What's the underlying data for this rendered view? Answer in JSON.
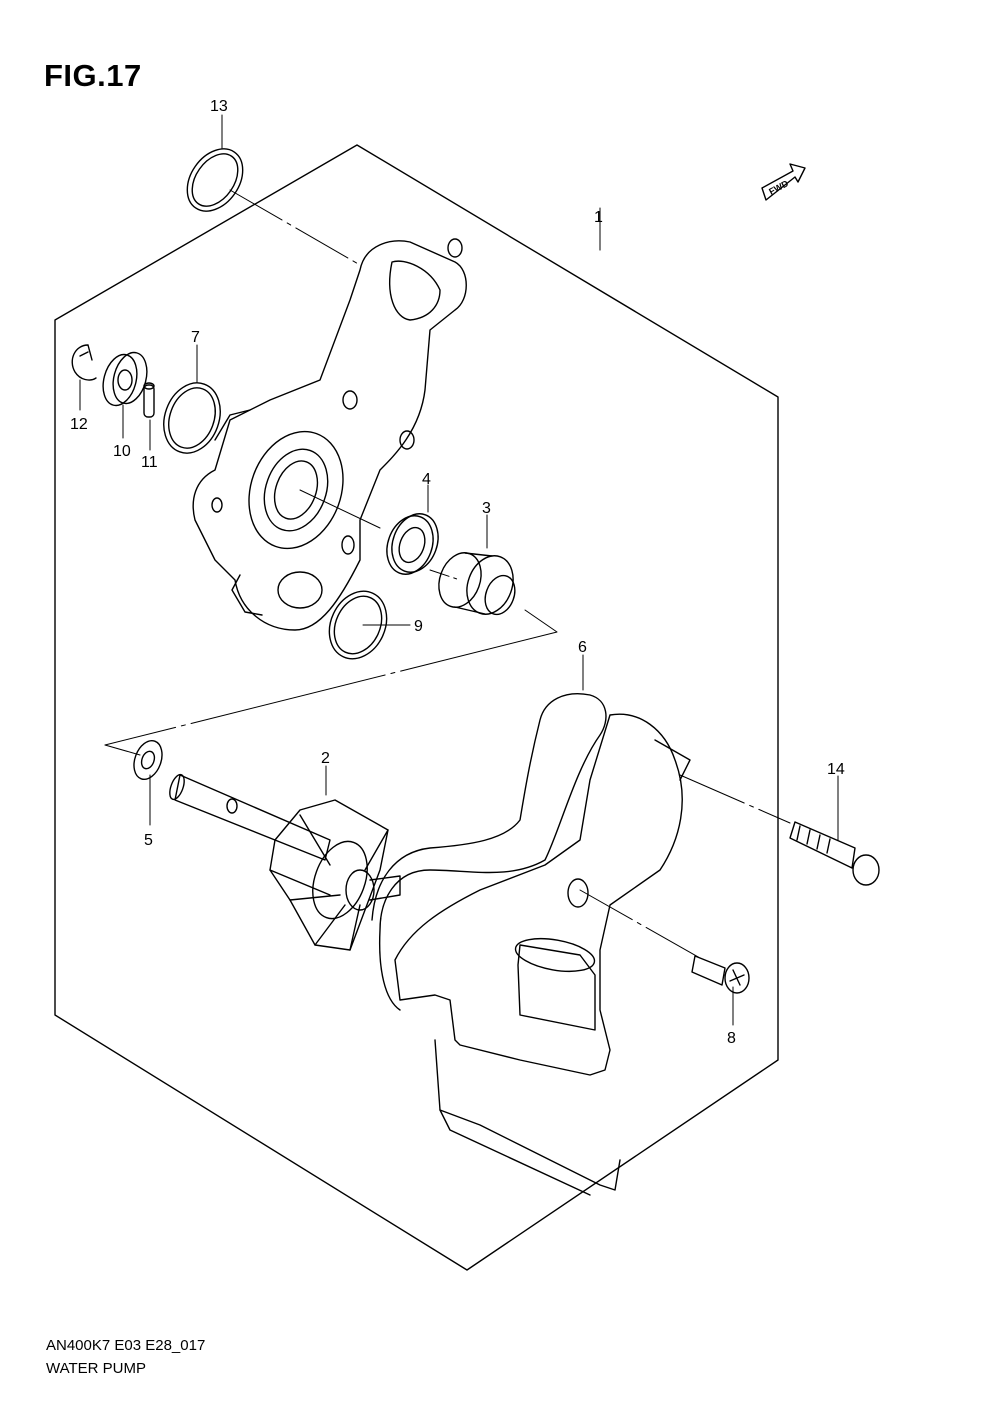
{
  "figure": {
    "title": "FIG.17",
    "code": "AN400K7 E03 E28_017",
    "name": "WATER PUMP"
  },
  "direction_marker": {
    "text": "FWD",
    "icon": "fwd-arrow-icon"
  },
  "callouts": [
    "1",
    "2",
    "3",
    "4",
    "5",
    "6",
    "7",
    "8",
    "9",
    "10",
    "11",
    "12",
    "13",
    "14"
  ],
  "parts": [
    {
      "no": "1",
      "part": "water-pump-assembly-box"
    },
    {
      "no": "2",
      "part": "impeller-shaft"
    },
    {
      "no": "3",
      "part": "mechanical-seal"
    },
    {
      "no": "4",
      "part": "oil-seal"
    },
    {
      "no": "5",
      "part": "washer"
    },
    {
      "no": "6",
      "part": "o-ring-cover"
    },
    {
      "no": "7",
      "part": "o-ring"
    },
    {
      "no": "8",
      "part": "bolt"
    },
    {
      "no": "9",
      "part": "o-ring"
    },
    {
      "no": "10",
      "part": "drive-plate"
    },
    {
      "no": "11",
      "part": "pin"
    },
    {
      "no": "12",
      "part": "e-ring"
    },
    {
      "no": "13",
      "part": "o-ring"
    },
    {
      "no": "14",
      "part": "bolt"
    }
  ],
  "colors": {
    "line": "#000000",
    "background": "#ffffff"
  }
}
